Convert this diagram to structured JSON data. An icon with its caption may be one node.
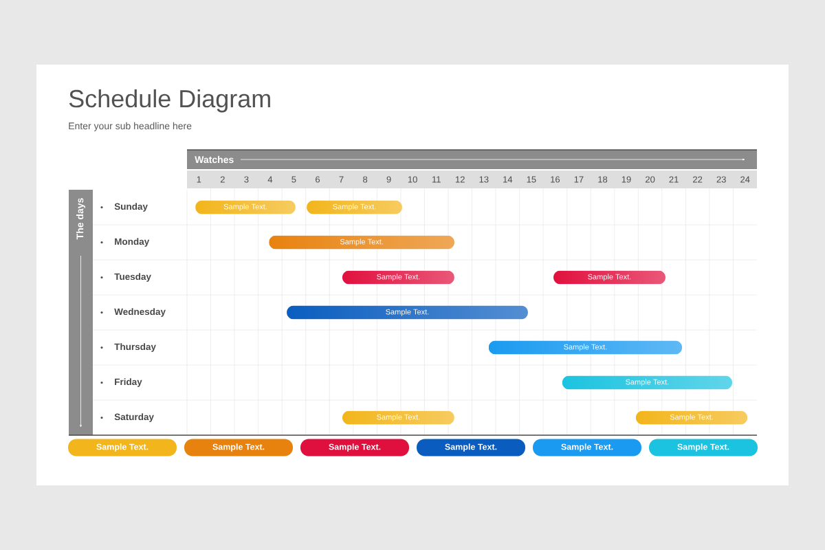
{
  "diagram": {
    "title": "Schedule Diagram",
    "nodes": [
      {
        "text": [
          "Sample Text."
        ]
      },
      {
        "text": [
          "Sample Text."
        ]
      },
      {
        "text": [
          "Sample Text."
        ]
      },
      {
        "text": [
          "Sample Text."
        ]
      },
      {
        "text": [
          "Sample Text."
        ]
      },
      {
        "text": [
          "Sample Text."
        ]
      },
      {
        "text": [
          "Sample Text."
        ]
      },
      {
        "text": [
          "Sample Text."
        ]
      },
      {
        "text": [
          "Sample Text."
        ]
      },
      {
        "text": [
          "Sample Text."
        ]
      }
    ],
    "labels": [
      "Enter your sub headline here",
      "Watches",
      "1",
      "2",
      "3",
      "4",
      "5",
      "6",
      "7",
      "8",
      "9",
      "10",
      "11",
      "12",
      "13",
      "14",
      "15",
      "16",
      "17",
      "18",
      "19",
      "20",
      "21",
      "22",
      "23",
      "24",
      "The days",
      "Sunday",
      "Monday",
      "Tuesday",
      "Wednesday",
      "Thursday",
      "Friday",
      "Saturday"
    ],
    "legend": [
      {
        "text": "Sample Text.",
        "color": "#f2b51b"
      },
      {
        "text": "Sample Text.",
        "color": "#e8820f"
      },
      {
        "text": "Sample Text.",
        "color": "#e0103e"
      },
      {
        "text": "Sample Text.",
        "color": "#0a5dbf"
      },
      {
        "text": "Sample Text.",
        "color": "#1a9af0"
      },
      {
        "text": "Sample Text.",
        "color": "#1cc3e0"
      }
    ]
  }
}
